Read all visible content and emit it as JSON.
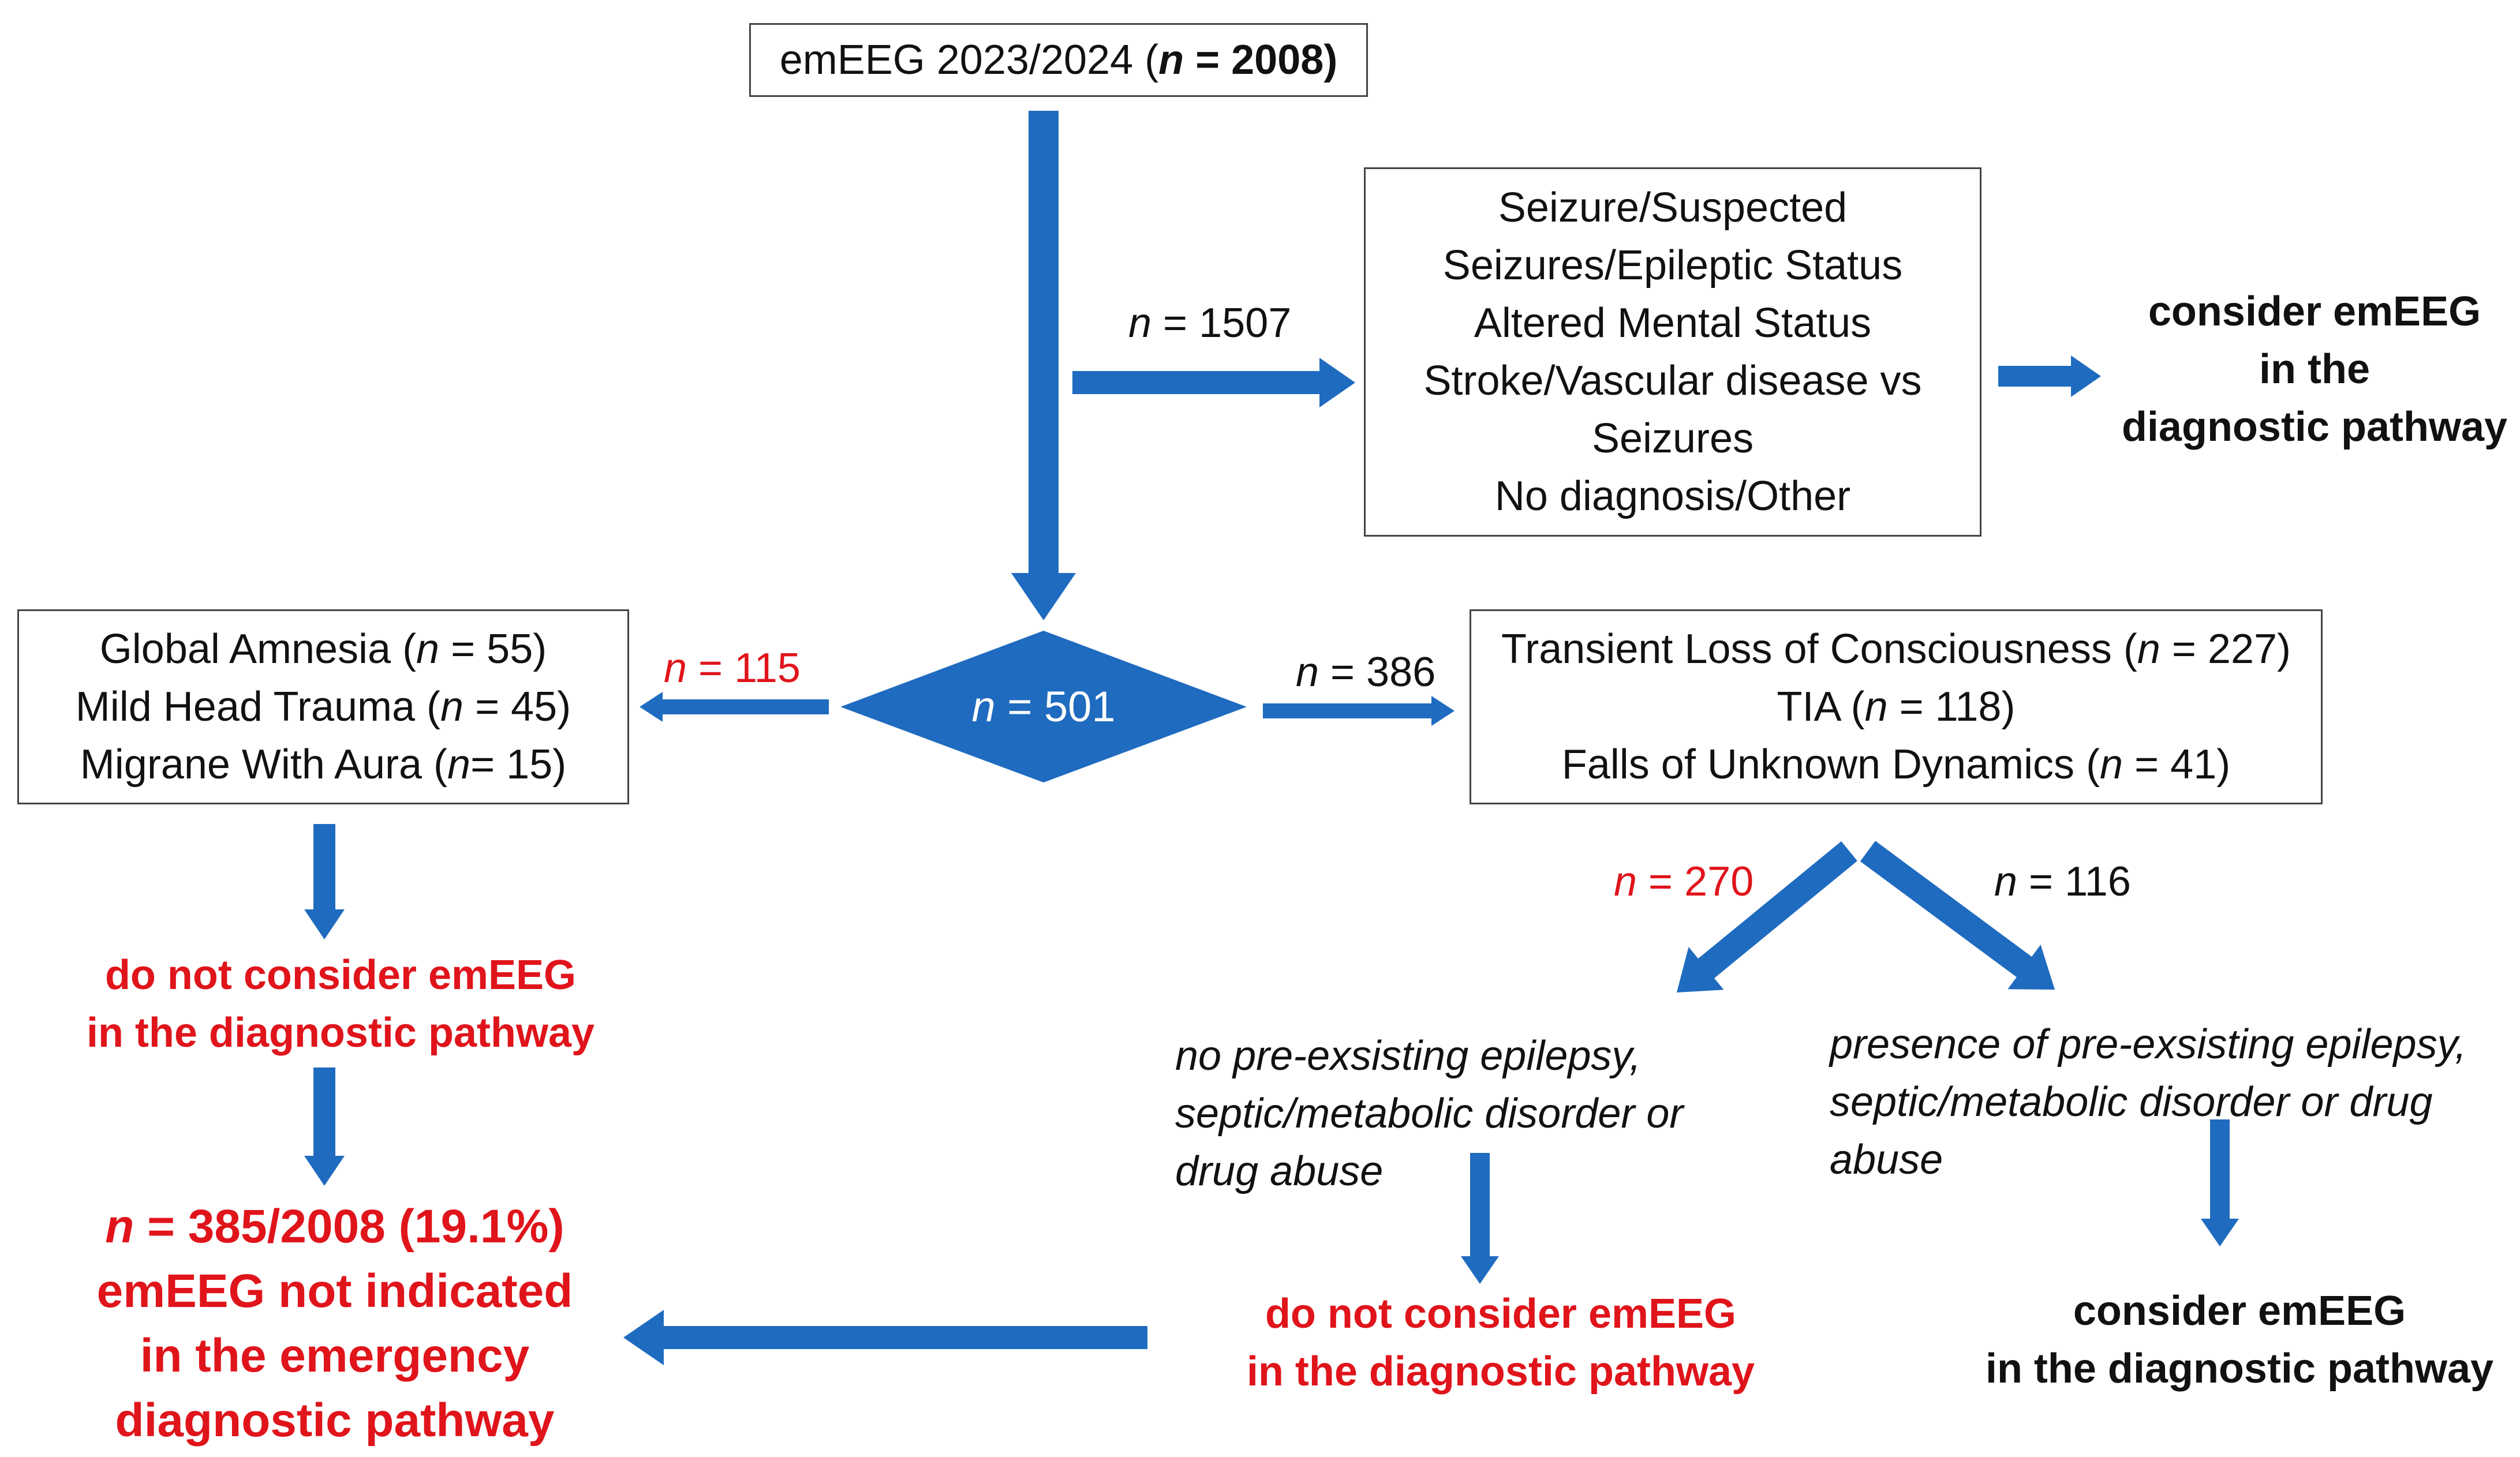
{
  "colors": {
    "arrow": "#1f6bbf",
    "red": "#e0141b",
    "text": "#111111",
    "box_border": "#444444"
  },
  "top_box": {
    "pre": "emEEG 2023/2024 (",
    "n": "n",
    "post": " = 2008",
    "close": ")"
  },
  "flow_1507": {
    "n": "n",
    "rest": " = 1507"
  },
  "conditions_box": {
    "lines": [
      "Seizure/Suspected",
      "Seizures/Epileptic Status",
      "Altered Mental Status",
      "Stroke/Vascular disease vs",
      "Seizures",
      "No diagnosis/Other"
    ]
  },
  "consider_top": {
    "lines": [
      "consider emEEG",
      "in the",
      "diagnostic pathway"
    ]
  },
  "diamond": {
    "n": "n",
    "rest": " = 501"
  },
  "left_box": {
    "lines": [
      {
        "pre": "Global Amnesia (",
        "n": "n",
        "post": " = 55)"
      },
      {
        "pre": "Mild Head Trauma (",
        "n": "n",
        "post": " = 45)"
      },
      {
        "pre": "Migrane With Aura (",
        "n": "n",
        "post": "= 15)"
      }
    ]
  },
  "flow_115": {
    "n": "n",
    "rest": " = 115"
  },
  "flow_386": {
    "n": "n",
    "rest": " = 386"
  },
  "right_box": {
    "lines": [
      {
        "pre": "Transient Loss of Consciousness (",
        "n": "n",
        "post": " = 227)"
      },
      {
        "pre": "TIA (",
        "n": "n",
        "post": " = 118)"
      },
      {
        "pre": "Falls of Unknown Dynamics (",
        "n": "n",
        "post": " = 41)"
      }
    ]
  },
  "flow_270": {
    "n": "n",
    "rest": " = 270"
  },
  "flow_116": {
    "n": "n",
    "rest": " = 116"
  },
  "do_not_left": {
    "lines": [
      "do not consider emEEG",
      "in the diagnostic pathway"
    ]
  },
  "result": {
    "line1_n": "n",
    "line1_rest": " = 385/2008 (19.1%)",
    "lines": [
      "emEEG not indicated",
      "in the emergency",
      "diagnostic pathway"
    ]
  },
  "no_preexisting": {
    "lines": [
      "no pre-exsisting  epilepsy,",
      "septic/metabolic disorder or",
      "drug abuse"
    ]
  },
  "presence": {
    "lines": [
      "presence of pre-exsisting  epilepsy,",
      "septic/metabolic disorder or drug",
      "abuse"
    ]
  },
  "do_not_bottom": {
    "lines": [
      "do not consider emEEG",
      "in the diagnostic pathway"
    ]
  },
  "consider_bottom": {
    "lines": [
      "consider emEEG",
      "in the diagnostic pathway"
    ]
  }
}
